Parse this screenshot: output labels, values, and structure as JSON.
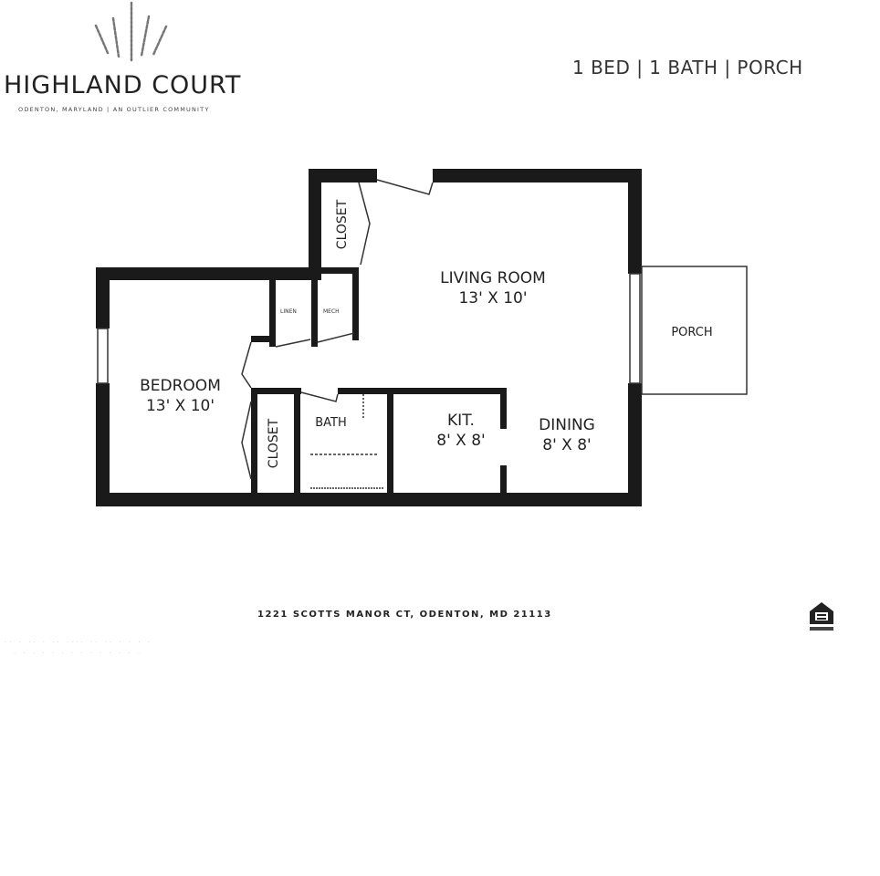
{
  "header": {
    "logo_title": "HIGHLAND COURT",
    "logo_subtitle": "ODENTON, MARYLAND | AN OUTLIER COMMUNITY",
    "summary": "1 BED | 1 BATH | PORCH"
  },
  "floorplan": {
    "rooms": {
      "living_room": {
        "name": "LIVING ROOM",
        "size": "13' X 10'"
      },
      "bedroom": {
        "name": "BEDROOM",
        "size": "13' X 10'"
      },
      "kitchen": {
        "name": "KIT.",
        "size": "8' X 8'"
      },
      "dining": {
        "name": "DINING",
        "size": "8' X 8'"
      },
      "bath": {
        "name": "BATH"
      },
      "porch": {
        "name": "PORCH"
      },
      "closet_upper": {
        "name": "CLOSET"
      },
      "closet_lower": {
        "name": "CLOSET"
      },
      "linen": {
        "name": "LINEN"
      },
      "mech": {
        "name": "MECH"
      }
    }
  },
  "footer": {
    "address": "1221 SCOTTS MANOR CT, ODENTON, MD 21113",
    "equal_housing_icon": "equal-housing-opportunity-icon"
  },
  "colors": {
    "wall": "#1a1a1a",
    "text": "#222222"
  }
}
